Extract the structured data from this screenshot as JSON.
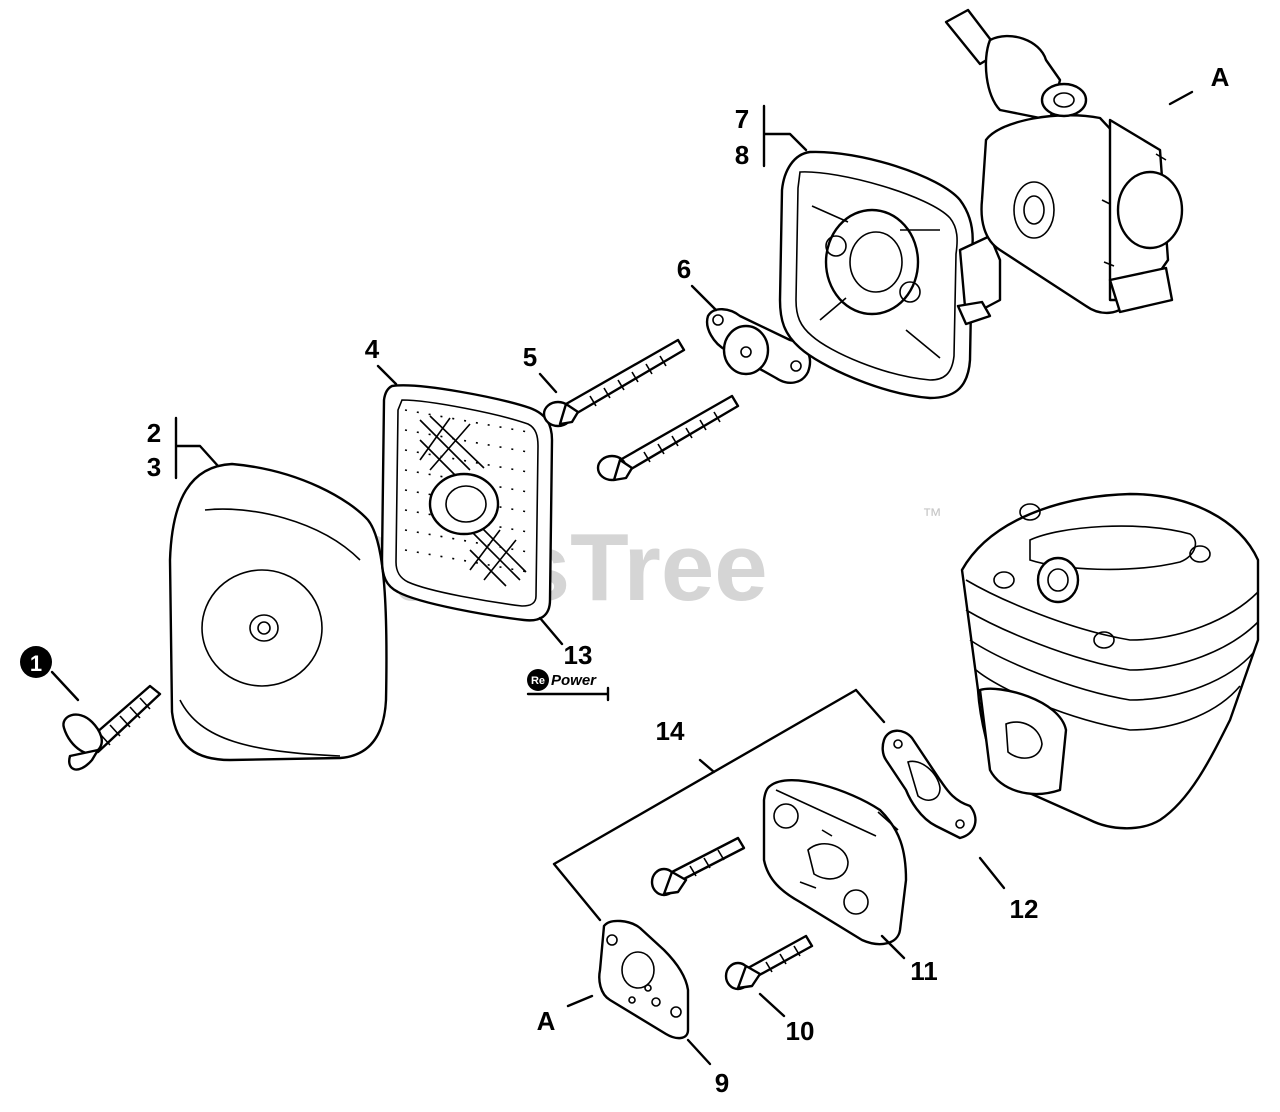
{
  "diagram": {
    "watermark": "PartsTree",
    "watermark_mark": "™",
    "brand_badge": {
      "prefix": "Re",
      "suffix": "Power"
    },
    "key_marker": "1",
    "callouts": {
      "p2": "2",
      "p3": "3",
      "p4": "4",
      "p5": "5",
      "p6": "6",
      "p7": "7",
      "p8": "8",
      "p9": "9",
      "p10": "10",
      "p11": "11",
      "p12": "12",
      "p13": "13",
      "p14": "14",
      "ref_top": "A",
      "ref_bottom": "A"
    }
  }
}
